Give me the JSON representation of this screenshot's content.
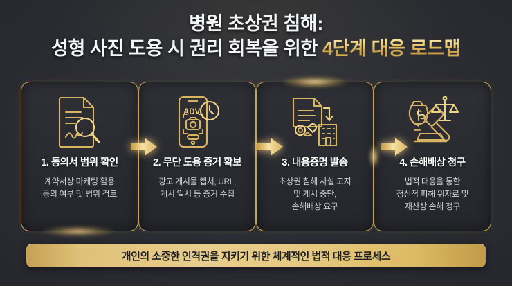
{
  "title": {
    "line1": "병원 초상권 침해:",
    "line2_plain": "성형 사진 도용 시 권리 회복을 위한 ",
    "line2_gold": "4단계 대응 로드맵"
  },
  "steps": [
    {
      "icon": "contract-magnifier-icon",
      "heading": "1. 동의서 범위 확인",
      "desc_lines": [
        "계약서상 마케팅 활용",
        "동의 여부 및 범위 검토"
      ]
    },
    {
      "icon": "smartphone-ad-capture-icon",
      "icon_label": "ADV",
      "heading": "2. 무단 도용 증거 확보",
      "desc_lines": [
        "광고 게시물 캡처, URL,",
        "게시 일시 등 증거 수집"
      ]
    },
    {
      "icon": "certified-mail-building-icon",
      "heading": "3. 내용증명 발송",
      "desc_lines": [
        "초상권 침해 사실 고지",
        "및 게시 중단,",
        "손해배상 요구"
      ]
    },
    {
      "icon": "gavel-scales-moneybag-icon",
      "heading": "4. 손해배상 청구",
      "desc_lines": [
        "법적 대응을 통한",
        "정신적 피해 위자료 및",
        "재산상 손해 청구"
      ]
    }
  ],
  "arrows": {
    "label": "next-step-arrow"
  },
  "banner": {
    "text": "개인의 소중한 인격권을 지키기 위한 체계적인 법적 대응 프로세스"
  },
  "colors": {
    "background": "#2a2c32",
    "gold": "#d4af5f",
    "gold_light": "#f0d48a",
    "card_bg": "#2b2d33",
    "heading_text": "#ffffff",
    "body_text": "#cfd2d8",
    "banner_text": "#1d1f24"
  }
}
